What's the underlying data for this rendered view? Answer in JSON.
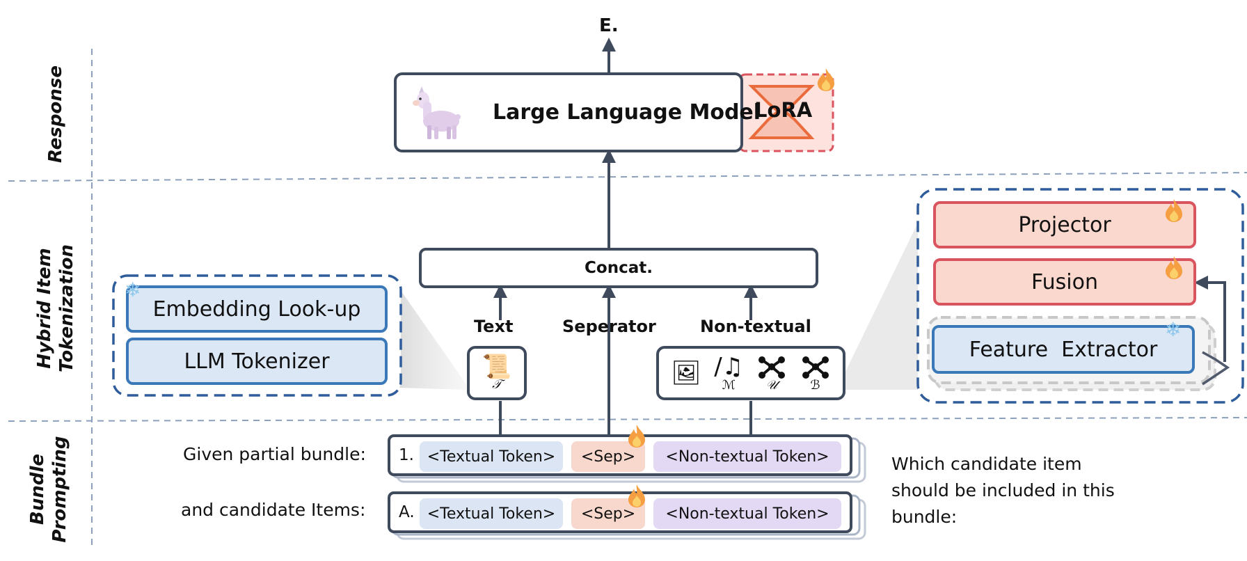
{
  "sections": {
    "response": "Response",
    "tokenization_line1": "Hybrid Item",
    "tokenization_line2": "Tokenization",
    "prompting_line1": "Bundle",
    "prompting_line2": "Prompting"
  },
  "output_label": "E.",
  "llm": {
    "label": "Large Language Model",
    "lora": "LoRA"
  },
  "concat": "Concat.",
  "streams": {
    "text": "Text",
    "separator": "Seperator",
    "nontextual": "Non-textual"
  },
  "text_modules": {
    "embedding": "Embedding Look-up",
    "tokenizer": "LLM Tokenizer"
  },
  "nontext_modules": {
    "projector": "Projector",
    "fusion": "Fusion",
    "extractor": "Feature  Extractor"
  },
  "icon_symbols": {
    "text": "𝒯",
    "music": "ℳ",
    "user": "𝒰",
    "bundle": "ℬ"
  },
  "prompts": {
    "partial_label": "Given partial bundle:",
    "candidate_label": "and candidate Items:",
    "row1_index": "1.",
    "row2_index": "A.",
    "textual_token": "<Textual Token>",
    "sep_token": "<Sep>",
    "nontextual_token": "<Non-textual Token>",
    "question_line1": "Which candidate item",
    "question_line2": "should be included in this",
    "question_line3": "bundle:"
  },
  "colors": {
    "dark": "#3f4a5c",
    "frozen_blue": "#3a78b8",
    "trainable_red": "#d9545e",
    "dashed_divider": "#8aa0bc"
  }
}
